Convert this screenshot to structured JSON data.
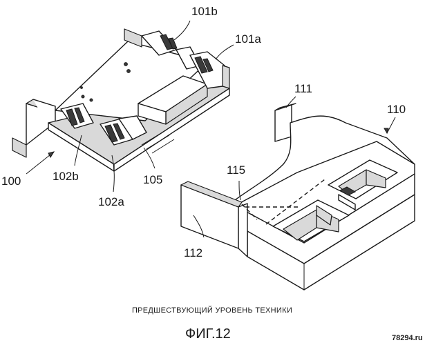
{
  "labels": {
    "l101b": "101b",
    "l101a": "101a",
    "l111": "111",
    "l110": "110",
    "l100": "100",
    "l102b": "102b",
    "l105": "105",
    "l102a": "102a",
    "l115": "115",
    "l112": "112"
  },
  "caption": "ПРЕДШЕСТВУЮЩИЙ УРОВЕНЬ ТЕХНИКИ",
  "figure_title": "ФИГ.12",
  "watermark": "78294.ru"
}
